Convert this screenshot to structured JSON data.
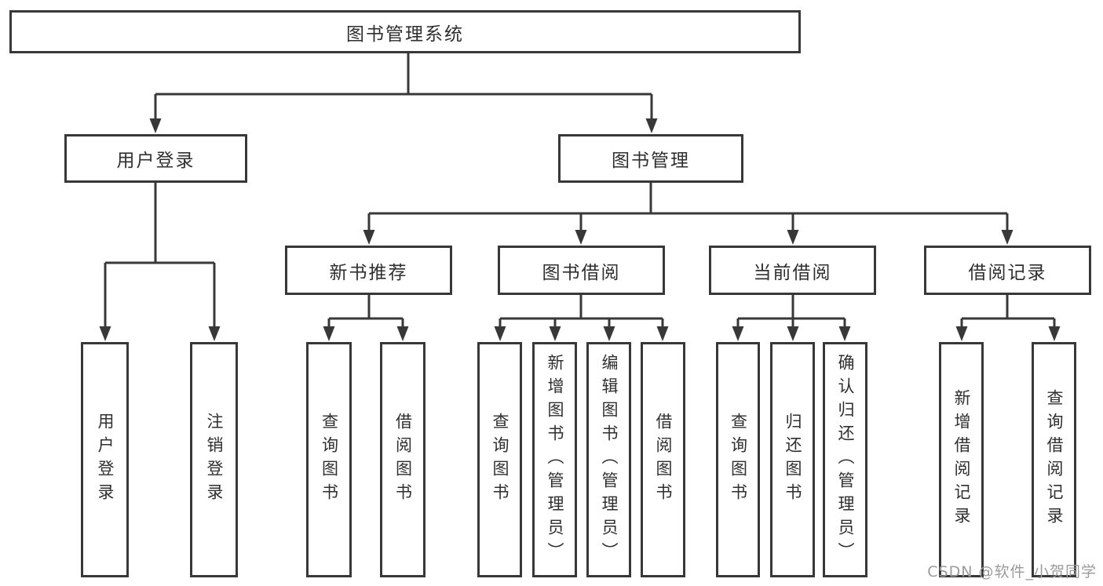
{
  "diagram": {
    "root": {
      "label": "图书管理系统"
    },
    "branches": [
      {
        "label": "用户登录",
        "children": [
          {
            "label": "用户登录"
          },
          {
            "label": "注销登录"
          }
        ]
      },
      {
        "label": "图书管理",
        "children": [
          {
            "label": "新书推荐",
            "children": [
              {
                "label": "查询图书"
              },
              {
                "label": "借阅图书"
              }
            ]
          },
          {
            "label": "图书借阅",
            "children": [
              {
                "label": "查询图书"
              },
              {
                "label": "新增图书（管理员）"
              },
              {
                "label": "编辑图书（管理员）"
              },
              {
                "label": "借阅图书"
              }
            ]
          },
          {
            "label": "当前借阅",
            "children": [
              {
                "label": "查询图书"
              },
              {
                "label": "归还图书"
              },
              {
                "label": "确认归还（管理员）"
              }
            ]
          },
          {
            "label": "借阅记录",
            "children": [
              {
                "label": "新增借阅记录"
              },
              {
                "label": "查询借阅记录"
              }
            ]
          }
        ]
      }
    ],
    "watermark": "CSDN @软件_小贺同学",
    "colors": {
      "line": "#383838",
      "text": "#2f2f2f",
      "background": "#ffffff",
      "watermark": "#9b9b9b"
    }
  }
}
